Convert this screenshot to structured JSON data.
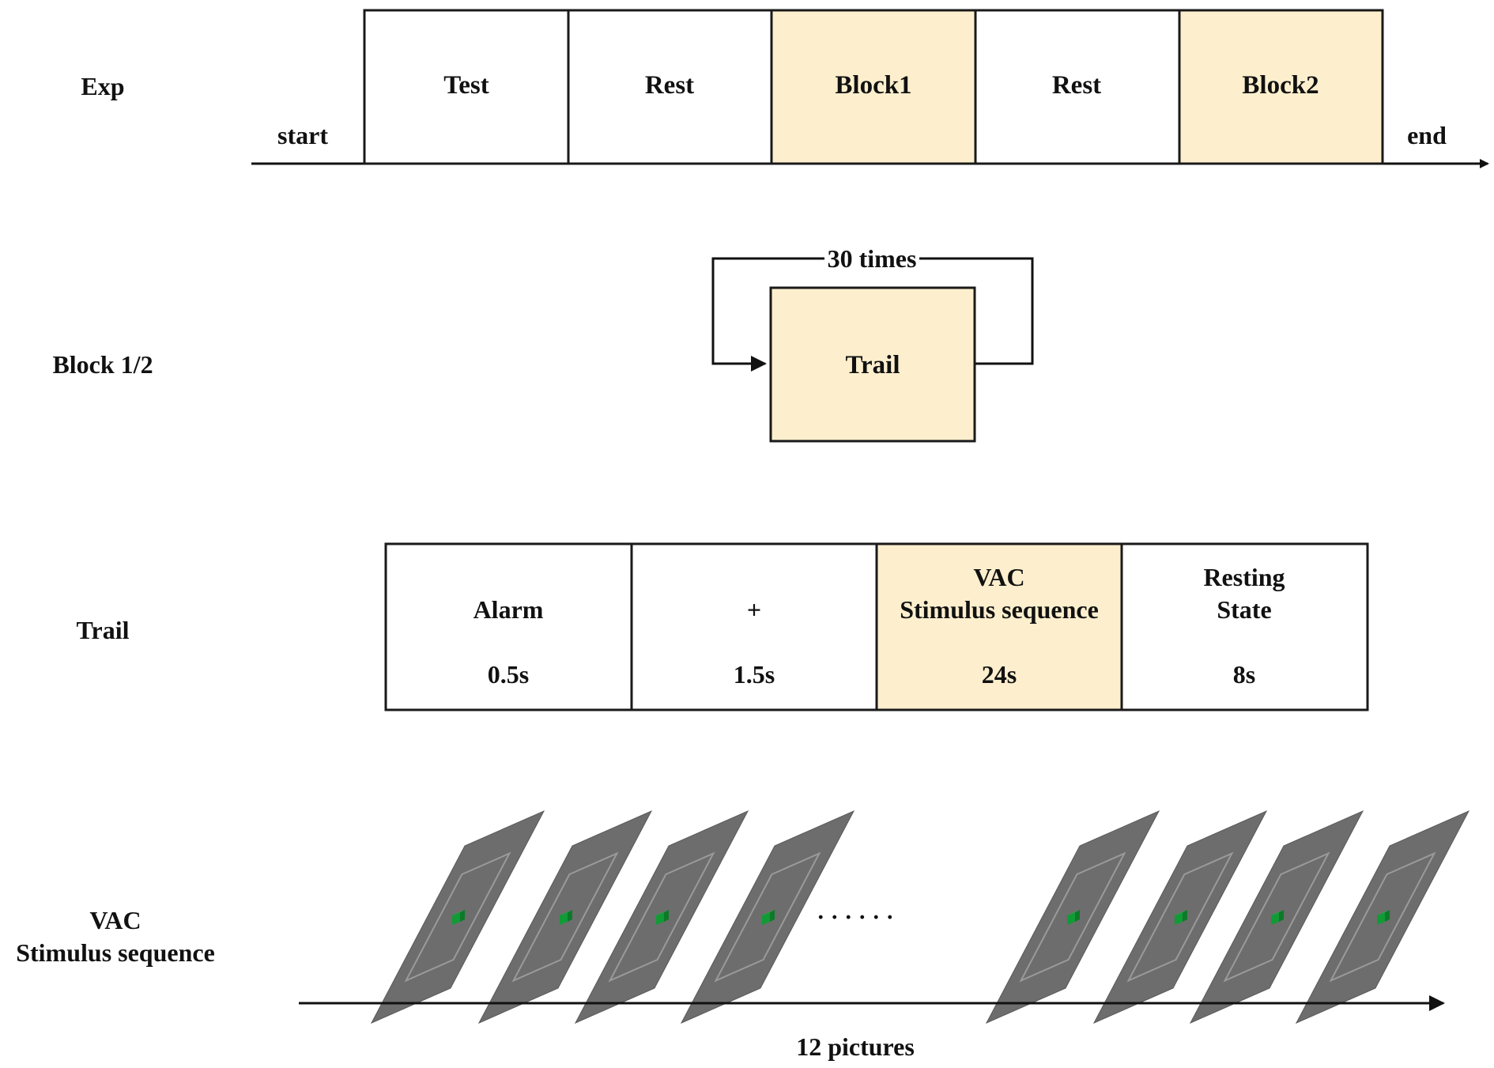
{
  "colors": {
    "highlight": "#fdefcd",
    "box_border": "#1a1a1a",
    "picture_gray": "#6d6d6d",
    "picture_frame": "#9a9a9a",
    "cube_green": "#22b24a"
  },
  "exp_row": {
    "label": "Exp",
    "start": "start",
    "end": "end",
    "segments": [
      "Test",
      "Rest",
      "Block1",
      "Rest",
      "Block2"
    ]
  },
  "block_row": {
    "label": "Block 1/2",
    "loop": "30 times",
    "box": "Trail"
  },
  "trail_row": {
    "label": "Trail",
    "cells": [
      {
        "title_line1": "",
        "title_line2": "Alarm",
        "duration": "0.5s"
      },
      {
        "title_line1": "",
        "title_line2": "+",
        "duration": "1.5s"
      },
      {
        "title_line1": "VAC",
        "title_line2": "Stimulus sequence",
        "duration": "24s"
      },
      {
        "title_line1": "Resting",
        "title_line2": "State",
        "duration": "8s"
      }
    ]
  },
  "vac_row": {
    "label_line1": "VAC",
    "label_line2": "Stimulus sequence",
    "ellipsis": "· · · · · ·",
    "caption": "12 pictures",
    "icon": "green-cube-icon"
  }
}
